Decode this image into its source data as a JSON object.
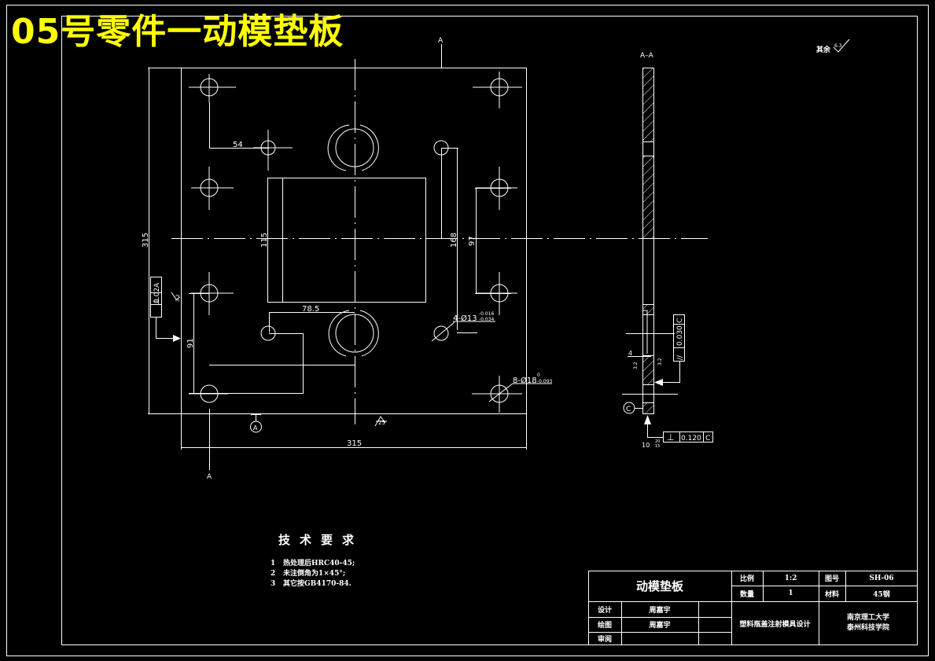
{
  "drawing_title": "05号零件一动模垫板",
  "roughness_note": {
    "label": "其余",
    "value": "6.3"
  },
  "front_view": {
    "section_marker": "A",
    "dims": {
      "overall_height": "315",
      "overall_width": "315",
      "d54": "54",
      "d115": "115",
      "d168": "168",
      "d97": "97",
      "d91": "91",
      "d78_5": "78.5"
    },
    "hole_callout_1": {
      "text": "4-Ø13",
      "upper": "-0.016",
      "lower": "-0.034"
    },
    "hole_callout_2": {
      "text": "8-Ø18",
      "upper": "0",
      "lower": "-0.093"
    },
    "perpendicularity": {
      "symbol": "⊥",
      "tol": "0.02",
      "datum": "A"
    },
    "datum_label": "A",
    "roughness_left": "3.2",
    "roughness_bottom": "25"
  },
  "section_view": {
    "label": "A–A",
    "dim_4": "4",
    "roughness_a": "3.2",
    "roughness_b": "3.2",
    "parallelism": {
      "symbol": "//",
      "tol": "0.030",
      "datum": "C"
    },
    "perpendicularity": {
      "symbol": "⊥",
      "tol": "0.120",
      "datum": "C"
    },
    "datum_label": "C",
    "dim_bottom_a": "10",
    "dim_bottom_b": "20",
    "dim_bottom_c": "15"
  },
  "tech_requirements": {
    "heading": "技术要求",
    "items": [
      {
        "n": "1",
        "text": "热处理后HRC40-45;"
      },
      {
        "n": "2",
        "text": "未注倒角为1×45°;"
      },
      {
        "n": "3",
        "text": "其它按GB4170-84."
      }
    ]
  },
  "title_block": {
    "part_name": "动模垫板",
    "scale_label": "比例",
    "scale": "1:2",
    "drawing_no_label": "图号",
    "drawing_no": "SH-06",
    "qty_label": "数量",
    "qty": "1",
    "material_label": "材料",
    "material": "45钢",
    "design_label": "设计",
    "designer": "周嘉宇",
    "draw_label": "绘图",
    "drafter": "周嘉宇",
    "review_label": "审阅",
    "reviewer": "",
    "project": "塑料瓶盖注射模具设计",
    "school_line1": "南京理工大学",
    "school_line2": "泰州科技学院"
  }
}
